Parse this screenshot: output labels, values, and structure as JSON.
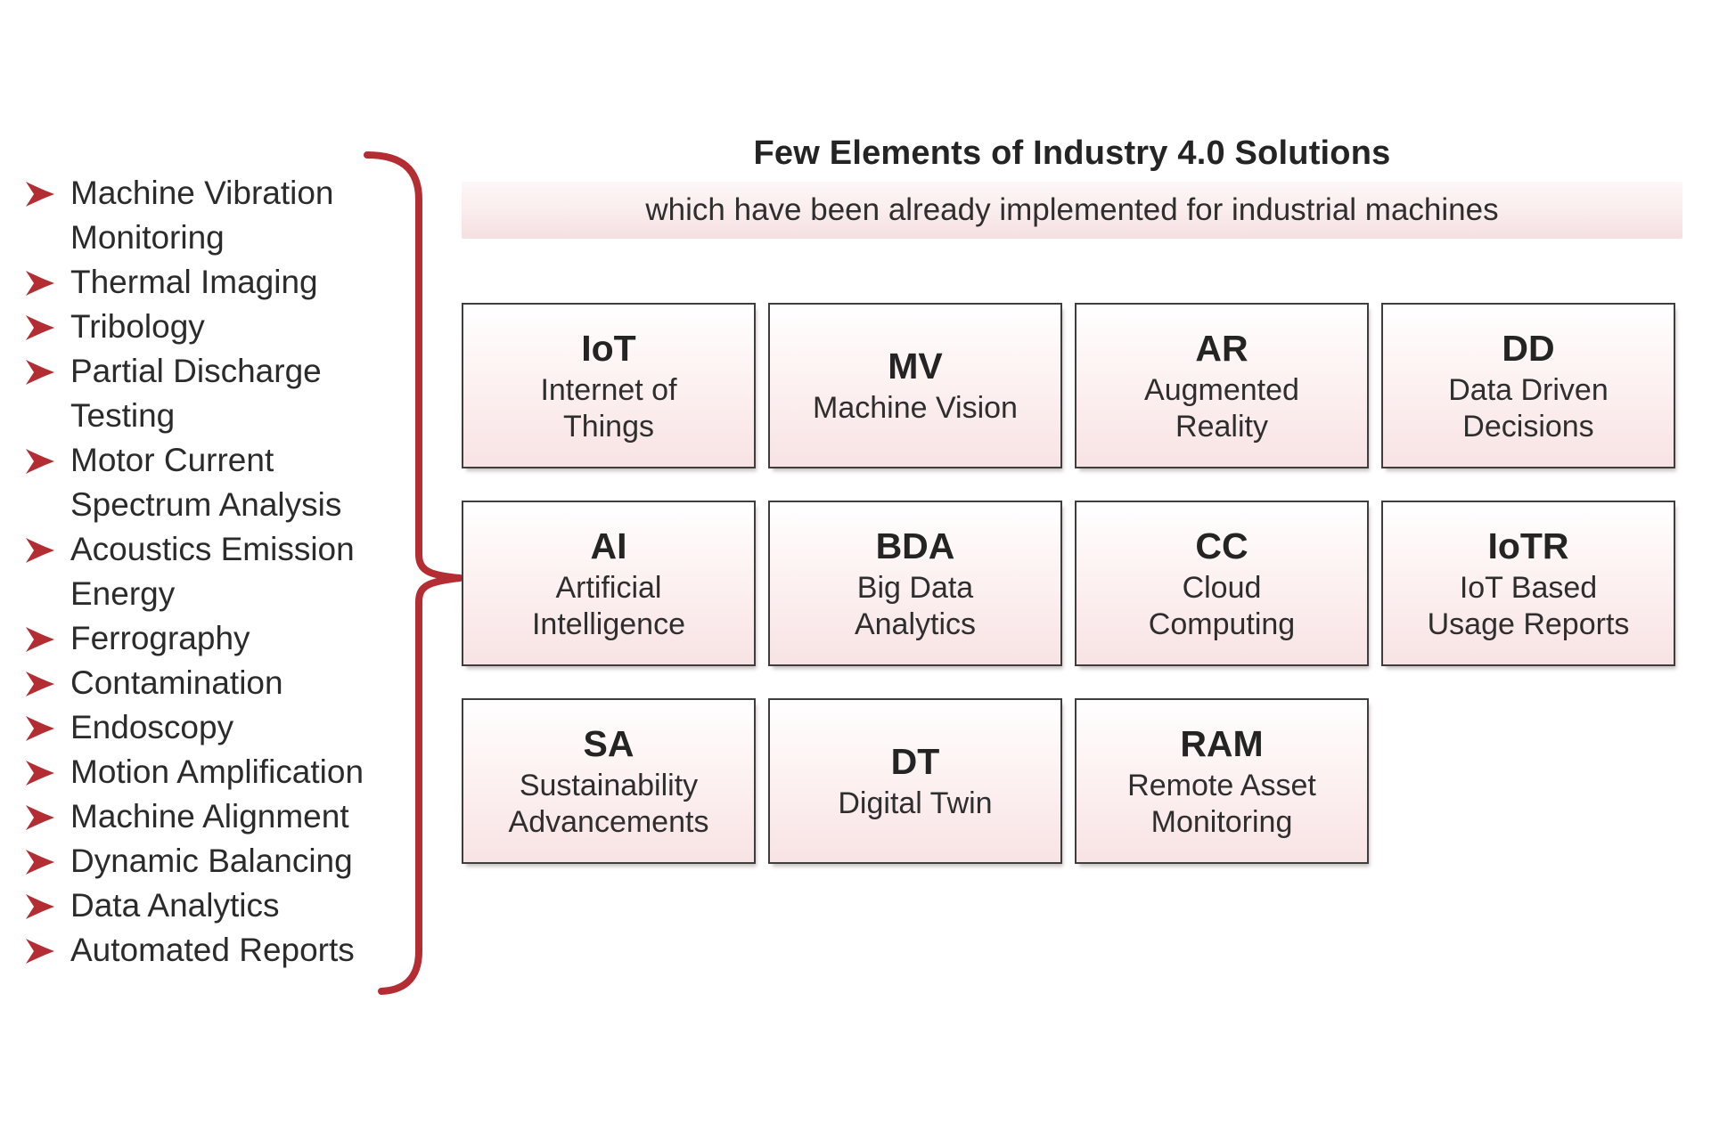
{
  "colors": {
    "accent_red": "#B42D33",
    "text_dark": "#2B2B2B",
    "card_border": "#3E3E3E",
    "card_gradient_top": "#FFFFFF",
    "card_gradient_bottom": "#F8E3E4",
    "band_gradient_top": "#FDF7F7",
    "band_gradient_bottom": "#F5DFE1"
  },
  "icons": {
    "bullet": "arrow-right-pointer-icon",
    "brace": "right-curly-brace"
  },
  "header": {
    "title": "Few Elements of Industry 4.0 Solutions",
    "subtitle": "which have been already implemented for industrial machines"
  },
  "left_list": {
    "items": [
      {
        "label": "Machine Vibration\nMonitoring"
      },
      {
        "label": "Thermal Imaging"
      },
      {
        "label": "Tribology"
      },
      {
        "label": "Partial Discharge\nTesting"
      },
      {
        "label": "Motor Current\nSpectrum Analysis"
      },
      {
        "label": "Acoustics Emission\nEnergy"
      },
      {
        "label": "Ferrography"
      },
      {
        "label": "Contamination"
      },
      {
        "label": "Endoscopy"
      },
      {
        "label": "Motion Amplification"
      },
      {
        "label": "Machine Alignment"
      },
      {
        "label": "Dynamic Balancing"
      },
      {
        "label": "Data Analytics"
      },
      {
        "label": "Automated Reports"
      }
    ]
  },
  "cards": [
    {
      "abbr": "IoT",
      "name": "Internet of\nThings"
    },
    {
      "abbr": "MV",
      "name": "Machine Vision"
    },
    {
      "abbr": "AR",
      "name": "Augmented\nReality"
    },
    {
      "abbr": "DD",
      "name": "Data Driven\nDecisions"
    },
    {
      "abbr": "AI",
      "name": "Artificial\nIntelligence"
    },
    {
      "abbr": "BDA",
      "name": "Big Data\nAnalytics"
    },
    {
      "abbr": "CC",
      "name": "Cloud\nComputing"
    },
    {
      "abbr": "IoTR",
      "name": "IoT Based\nUsage Reports"
    },
    {
      "abbr": "SA",
      "name": "Sustainability\nAdvancements"
    },
    {
      "abbr": "DT",
      "name": "Digital Twin"
    },
    {
      "abbr": "RAM",
      "name": "Remote Asset\nMonitoring"
    }
  ]
}
